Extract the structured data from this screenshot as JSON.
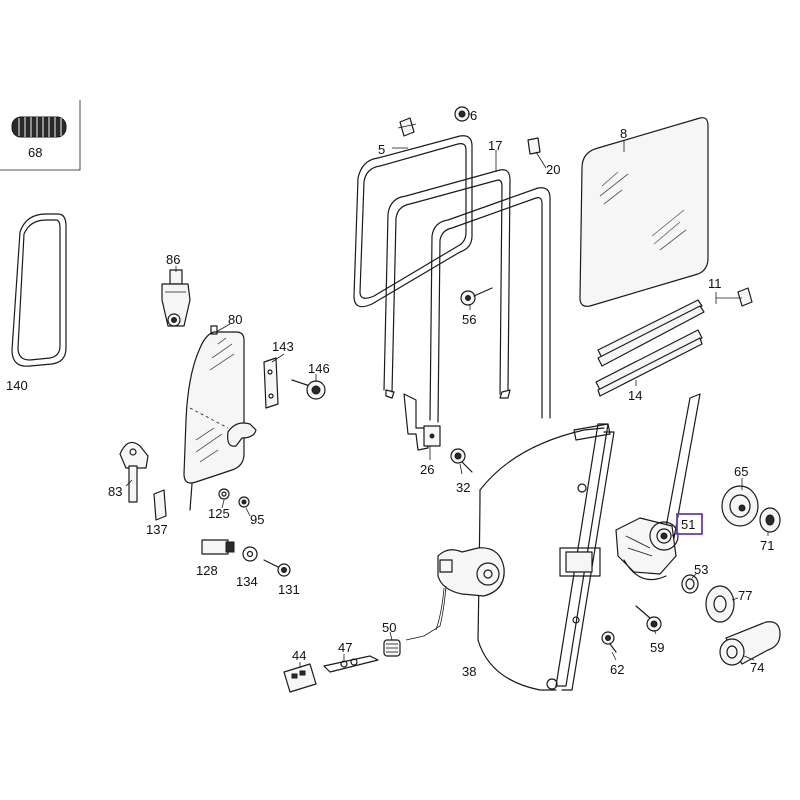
{
  "callouts": {
    "c5": "5",
    "c6": "6",
    "c8": "8",
    "c11": "11",
    "c14": "14",
    "c17": "17",
    "c20": "20",
    "c26": "26",
    "c32": "32",
    "c38": "38",
    "c44": "44",
    "c47": "47",
    "c50": "50",
    "c51": "51",
    "c53": "53",
    "c56": "56",
    "c59": "59",
    "c62": "62",
    "c65": "65",
    "c68": "68",
    "c71": "71",
    "c74": "74",
    "c77": "77",
    "c80": "80",
    "c83": "83",
    "c86": "86",
    "c95": "95",
    "c125": "125",
    "c128": "128",
    "c131": "131",
    "c134": "134",
    "c137": "137",
    "c140": "140",
    "c143": "143",
    "c146": "146"
  },
  "highlight": {
    "label": "51",
    "color": "#6a3db8"
  }
}
